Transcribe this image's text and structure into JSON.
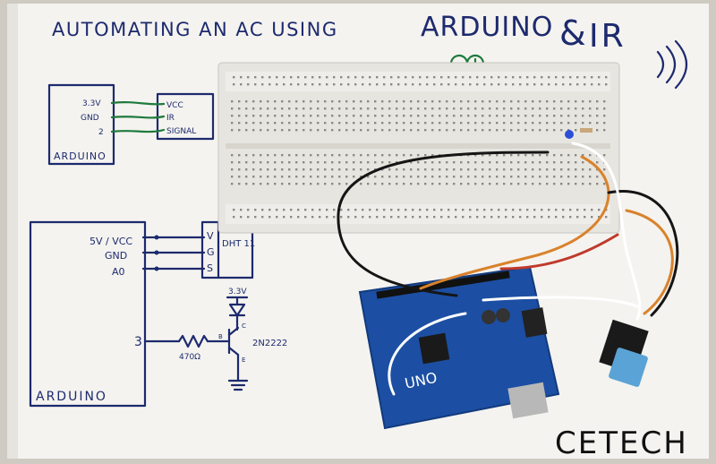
{
  "title": "Automating an AC using Arduino & IR",
  "title_parts": {
    "left": "AUTOMATING AN AC USING",
    "right": "ARDUINO",
    "amp": "&",
    "ir": "IR"
  },
  "logo_mark": "-+",
  "ir_diagram": {
    "arduino_label": "ARDUINO",
    "arduino_pins": [
      "3.3V",
      "GND",
      "2"
    ],
    "ir_pins": [
      "VCC",
      "IR",
      "SIGNAL"
    ]
  },
  "dht_diagram": {
    "arduino_label": "ARDUINO",
    "arduino_pins": [
      "5V / VCC",
      "GND",
      "A0"
    ],
    "dht_pins": [
      "V",
      "G",
      "S"
    ],
    "dht_label": "DHT 11",
    "supply": "3.3V",
    "pin3": "3",
    "resistor": "470Ω",
    "transistor": "2N2222",
    "terminals": [
      "B",
      "C",
      "E"
    ]
  },
  "board_text": "UNO",
  "brand": "CETECH",
  "colors": {
    "ink": "#1d2a6e",
    "green": "#1e7a3c",
    "board": "#1c4fa3",
    "paper": "#f4f3ef"
  }
}
